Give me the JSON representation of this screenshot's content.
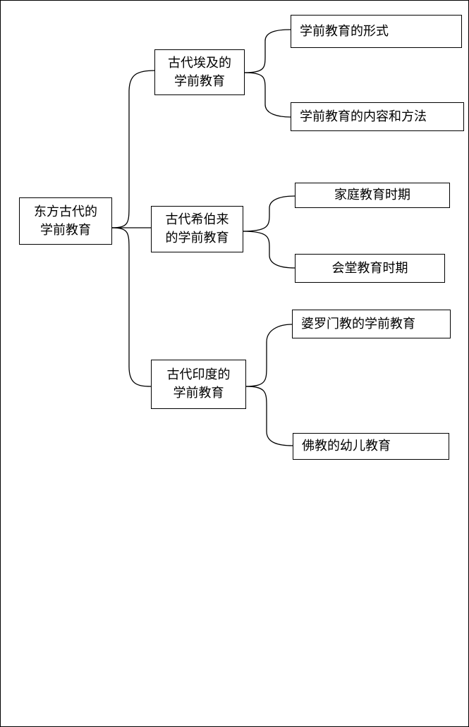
{
  "root": {
    "line1": "东方古代的",
    "line2": "学前教育"
  },
  "branches": [
    {
      "line1": "古代埃及的",
      "line2": "学前教育",
      "leaves": [
        "学前教育的形式",
        "学前教育的内容和方法"
      ]
    },
    {
      "line1": "古代希伯来",
      "line2": "的学前教育",
      "leaves": [
        "家庭教育时期",
        "会堂教育时期"
      ]
    },
    {
      "line1": "古代印度的",
      "line2": "学前教育",
      "leaves": [
        "婆罗门教的学前教育",
        "佛教的幼儿教育"
      ]
    }
  ]
}
